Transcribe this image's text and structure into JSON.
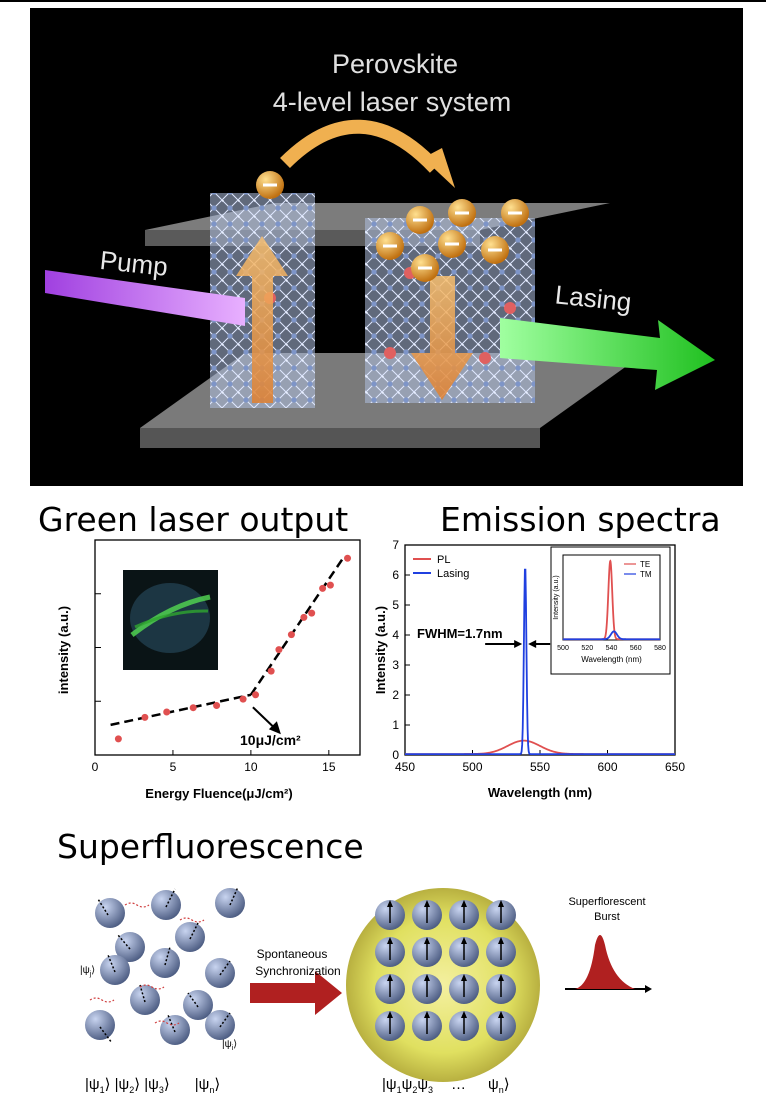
{
  "top_panel": {
    "title_line1": "Perovskite",
    "title_line2": "4-level laser system",
    "pump_label": "Pump",
    "lasing_label": "Lasing",
    "colors": {
      "pump": "#b44cf0",
      "lasing": "#3fe03f",
      "electron": "#f0a020",
      "slab": "#8a8a8a"
    }
  },
  "section_titles": {
    "green_laser": "Green laser output",
    "emission": "Emission spectra",
    "superfluorescence": "Superfluorescence"
  },
  "chart_data": [
    {
      "type": "scatter",
      "title": "Green laser output",
      "xlabel": "Energy Fluence(μJ/cm²)",
      "ylabel": "intensity (a.u.)",
      "xlim": [
        0,
        17
      ],
      "xticks": [
        "0",
        "5",
        "10",
        "15"
      ],
      "points": [
        [
          1.5,
          0.15
        ],
        [
          3.2,
          0.35
        ],
        [
          4.6,
          0.4
        ],
        [
          6.3,
          0.44
        ],
        [
          7.8,
          0.46
        ],
        [
          9.5,
          0.52
        ],
        [
          10.3,
          0.56
        ],
        [
          11.3,
          0.78
        ],
        [
          11.8,
          0.98
        ],
        [
          12.6,
          1.12
        ],
        [
          13.4,
          1.28
        ],
        [
          13.9,
          1.32
        ],
        [
          14.6,
          1.55
        ],
        [
          15.1,
          1.58
        ],
        [
          16.2,
          1.83
        ]
      ],
      "annotation": "10μJ/cm²",
      "threshold": 10,
      "fit_segments": [
        [
          [
            1,
            0.28
          ],
          [
            10,
            0.56
          ]
        ],
        [
          [
            10,
            0.56
          ],
          [
            16,
            1.85
          ]
        ]
      ],
      "colors": {
        "points": "#e05050",
        "fit": "#000000"
      }
    },
    {
      "type": "line",
      "title": "Emission spectra",
      "xlabel": "Wavelength (nm)",
      "ylabel": "Intensity (a.u.)",
      "xlim": [
        450,
        650
      ],
      "ylim": [
        0,
        7
      ],
      "xticks": [
        "450",
        "500",
        "550",
        "600",
        "650"
      ],
      "yticks": [
        "0",
        "1",
        "2",
        "3",
        "4",
        "5",
        "6",
        "7"
      ],
      "annotation": "FWHM=1.7nm",
      "series": [
        {
          "name": "PL",
          "color": "#e05050",
          "peak_center": 538,
          "peak_height": 0.45,
          "peak_width": 12
        },
        {
          "name": "Lasing",
          "color": "#2040e0",
          "peak_center": 539,
          "peak_height": 6.3,
          "peak_width": 0.9
        }
      ],
      "inset": {
        "xlabel": "Wavelength (nm)",
        "ylabel": "Intensity (a.u.)",
        "xlim": [
          500,
          580
        ],
        "xticks": [
          "500",
          "520",
          "540",
          "560",
          "580"
        ],
        "series": [
          {
            "name": "TE",
            "color": "#e05050",
            "peak_center": 539,
            "peak_height": 1.0,
            "peak_width": 1.6
          },
          {
            "name": "TM",
            "color": "#2040e0",
            "peak_center": 542,
            "peak_height": 0.1,
            "peak_width": 2.5
          }
        ]
      }
    }
  ],
  "superfluorescence": {
    "arrow_label_1": "Spontaneous",
    "arrow_label_2": "Synchronization",
    "burst_label_1": "Superflorescent",
    "burst_label_2": "Burst",
    "psi_j": "|ψ",
    "psi_j_sub": "j",
    "psi_i": "|ψ",
    "psi_i_sub": "i",
    "left_bottom": [
      "|ψ",
      "1",
      "⟩ |ψ",
      "2",
      "⟩ |ψ",
      "3",
      "⟩",
      "|ψ",
      "n",
      "⟩"
    ],
    "right_bottom": [
      "|ψ",
      "1",
      "ψ",
      "2",
      "ψ",
      "3",
      "…",
      "ψ",
      "n",
      "⟩"
    ],
    "colors": {
      "arrow": "#b02020",
      "sphere_glow": "#e8e870",
      "particle": "#6a7aa0"
    }
  }
}
